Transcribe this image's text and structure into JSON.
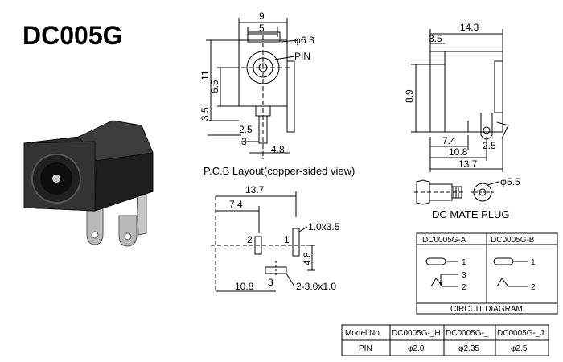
{
  "title": "DC005G",
  "front_view": {
    "width": "9",
    "inner_width": "5",
    "hole_dia": "6.3",
    "hole_dia_symbol": "φ",
    "pin_label": "PIN",
    "height_total": "11",
    "center_height": "6.5",
    "base_height": "3.5",
    "pin_a": "2.5",
    "pin_b": "3",
    "pin_c": "4.8"
  },
  "side_view": {
    "length": "14.3",
    "front_len": "3.5",
    "height": "8.9",
    "d1": "7.4",
    "d2": "10.8",
    "d3": "2.5",
    "d4": "13.7"
  },
  "plug": {
    "dia": "5.5",
    "dia_symbol": "φ",
    "caption": "DC MATE PLUG"
  },
  "pcb": {
    "caption": "P.C.B Layout(copper-sided view)",
    "width": "13.7",
    "d1": "7.4",
    "pad1": "1.0x3.5",
    "pin1": "1",
    "pin2": "2",
    "pin3": "3",
    "height": "4.8",
    "d2": "10.8",
    "slot": "2-3.0x1.0"
  },
  "circuit": {
    "col_a": "DC0005G-A",
    "col_b": "DC0005G-B",
    "pins_a": [
      "1",
      "3",
      "2"
    ],
    "pins_b": [
      "1",
      "2"
    ],
    "caption": "CIRCUIT DIAGRAM"
  },
  "model_table": {
    "headers": [
      "Model No.",
      "DC0005G-_H",
      "DC0005G-_",
      "DC0005G-_J"
    ],
    "row_label": "PIN",
    "values": [
      "φ2.0",
      "φ2.35",
      "φ2.5"
    ]
  }
}
